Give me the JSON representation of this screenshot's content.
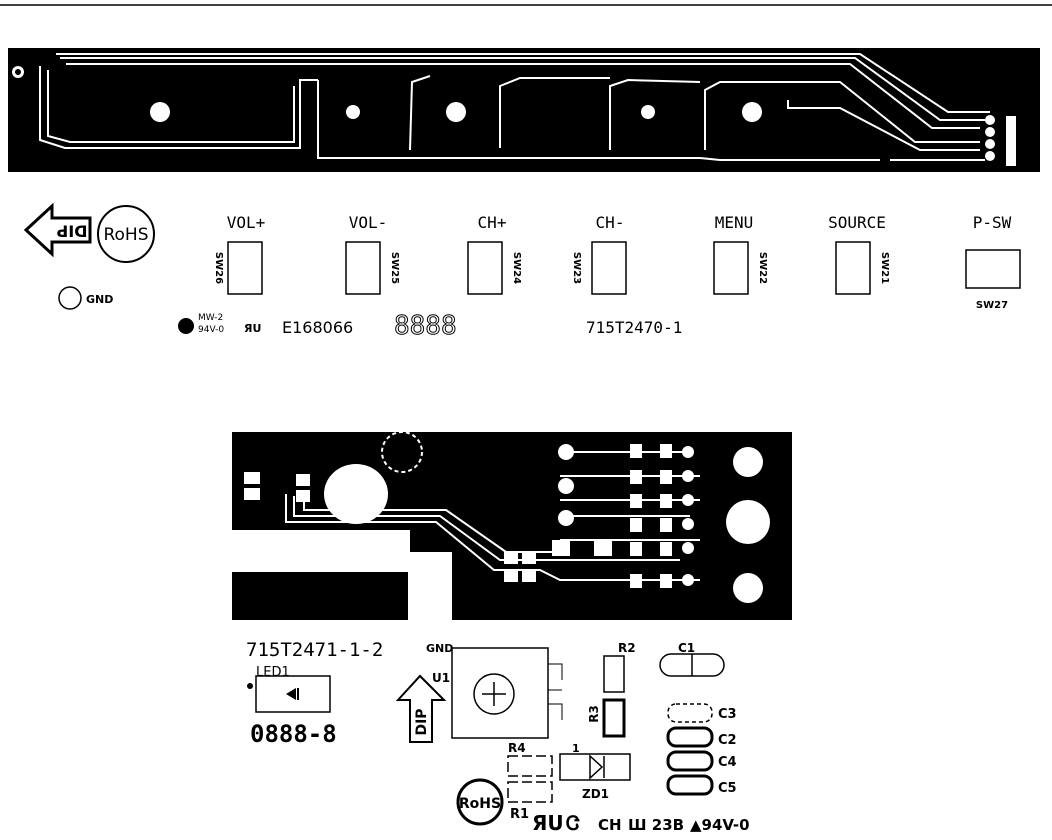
{
  "board_top": {
    "button_labels": [
      "VOL+",
      "VOL-",
      "CH+",
      "CH-",
      "MENU",
      "SOURCE",
      "P-SW"
    ],
    "switch_designators": [
      "SW26",
      "SW25",
      "SW24",
      "SW23",
      "SW22",
      "SW21",
      "SW27"
    ],
    "dip_text": "DIP",
    "rohs_text": "RoHS",
    "gnd_label": "GND",
    "material_line1": "MW-2",
    "material_line2": "94V-0",
    "ul_mark": "ЯU",
    "ul_file": "E168066",
    "date_code": "8888",
    "part_number": "715T2470-1"
  },
  "board_bottom": {
    "part_number": "715T2471-1-2",
    "led_label": "LED1",
    "date_code": "0888-8",
    "gnd_label": "GND",
    "u1_label": "U1",
    "dip_text": "DIP",
    "rohs_text": "RoHS",
    "r1": "R1",
    "r2": "R2",
    "r3": "R3",
    "r4": "R4",
    "c1": "C1",
    "c2": "C2",
    "c3": "C3",
    "c4": "C4",
    "c5": "C5",
    "zd1": "ZD1",
    "pin1": "1",
    "ul_mark": "ЯU",
    "ch_mark": "CH",
    "cert_text": "Ш 23B",
    "rating_text": "▲94V-0"
  }
}
